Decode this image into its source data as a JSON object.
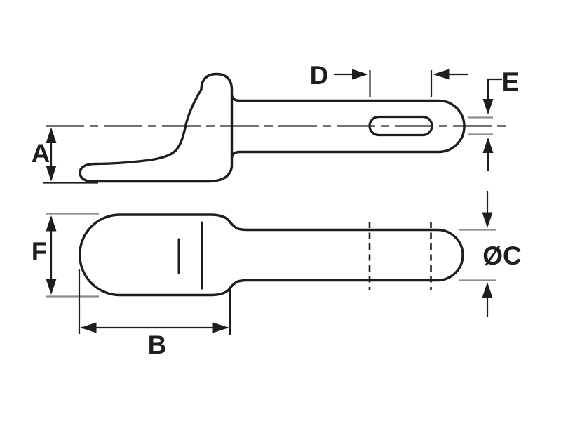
{
  "drawing": {
    "labels": {
      "a": "A",
      "b": "B",
      "c": "ØC",
      "d": "D",
      "e": "E",
      "f": "F"
    },
    "colors": {
      "line": "#1d1d1d",
      "extension": "#8c8c8c",
      "background": "#ffffff"
    }
  }
}
